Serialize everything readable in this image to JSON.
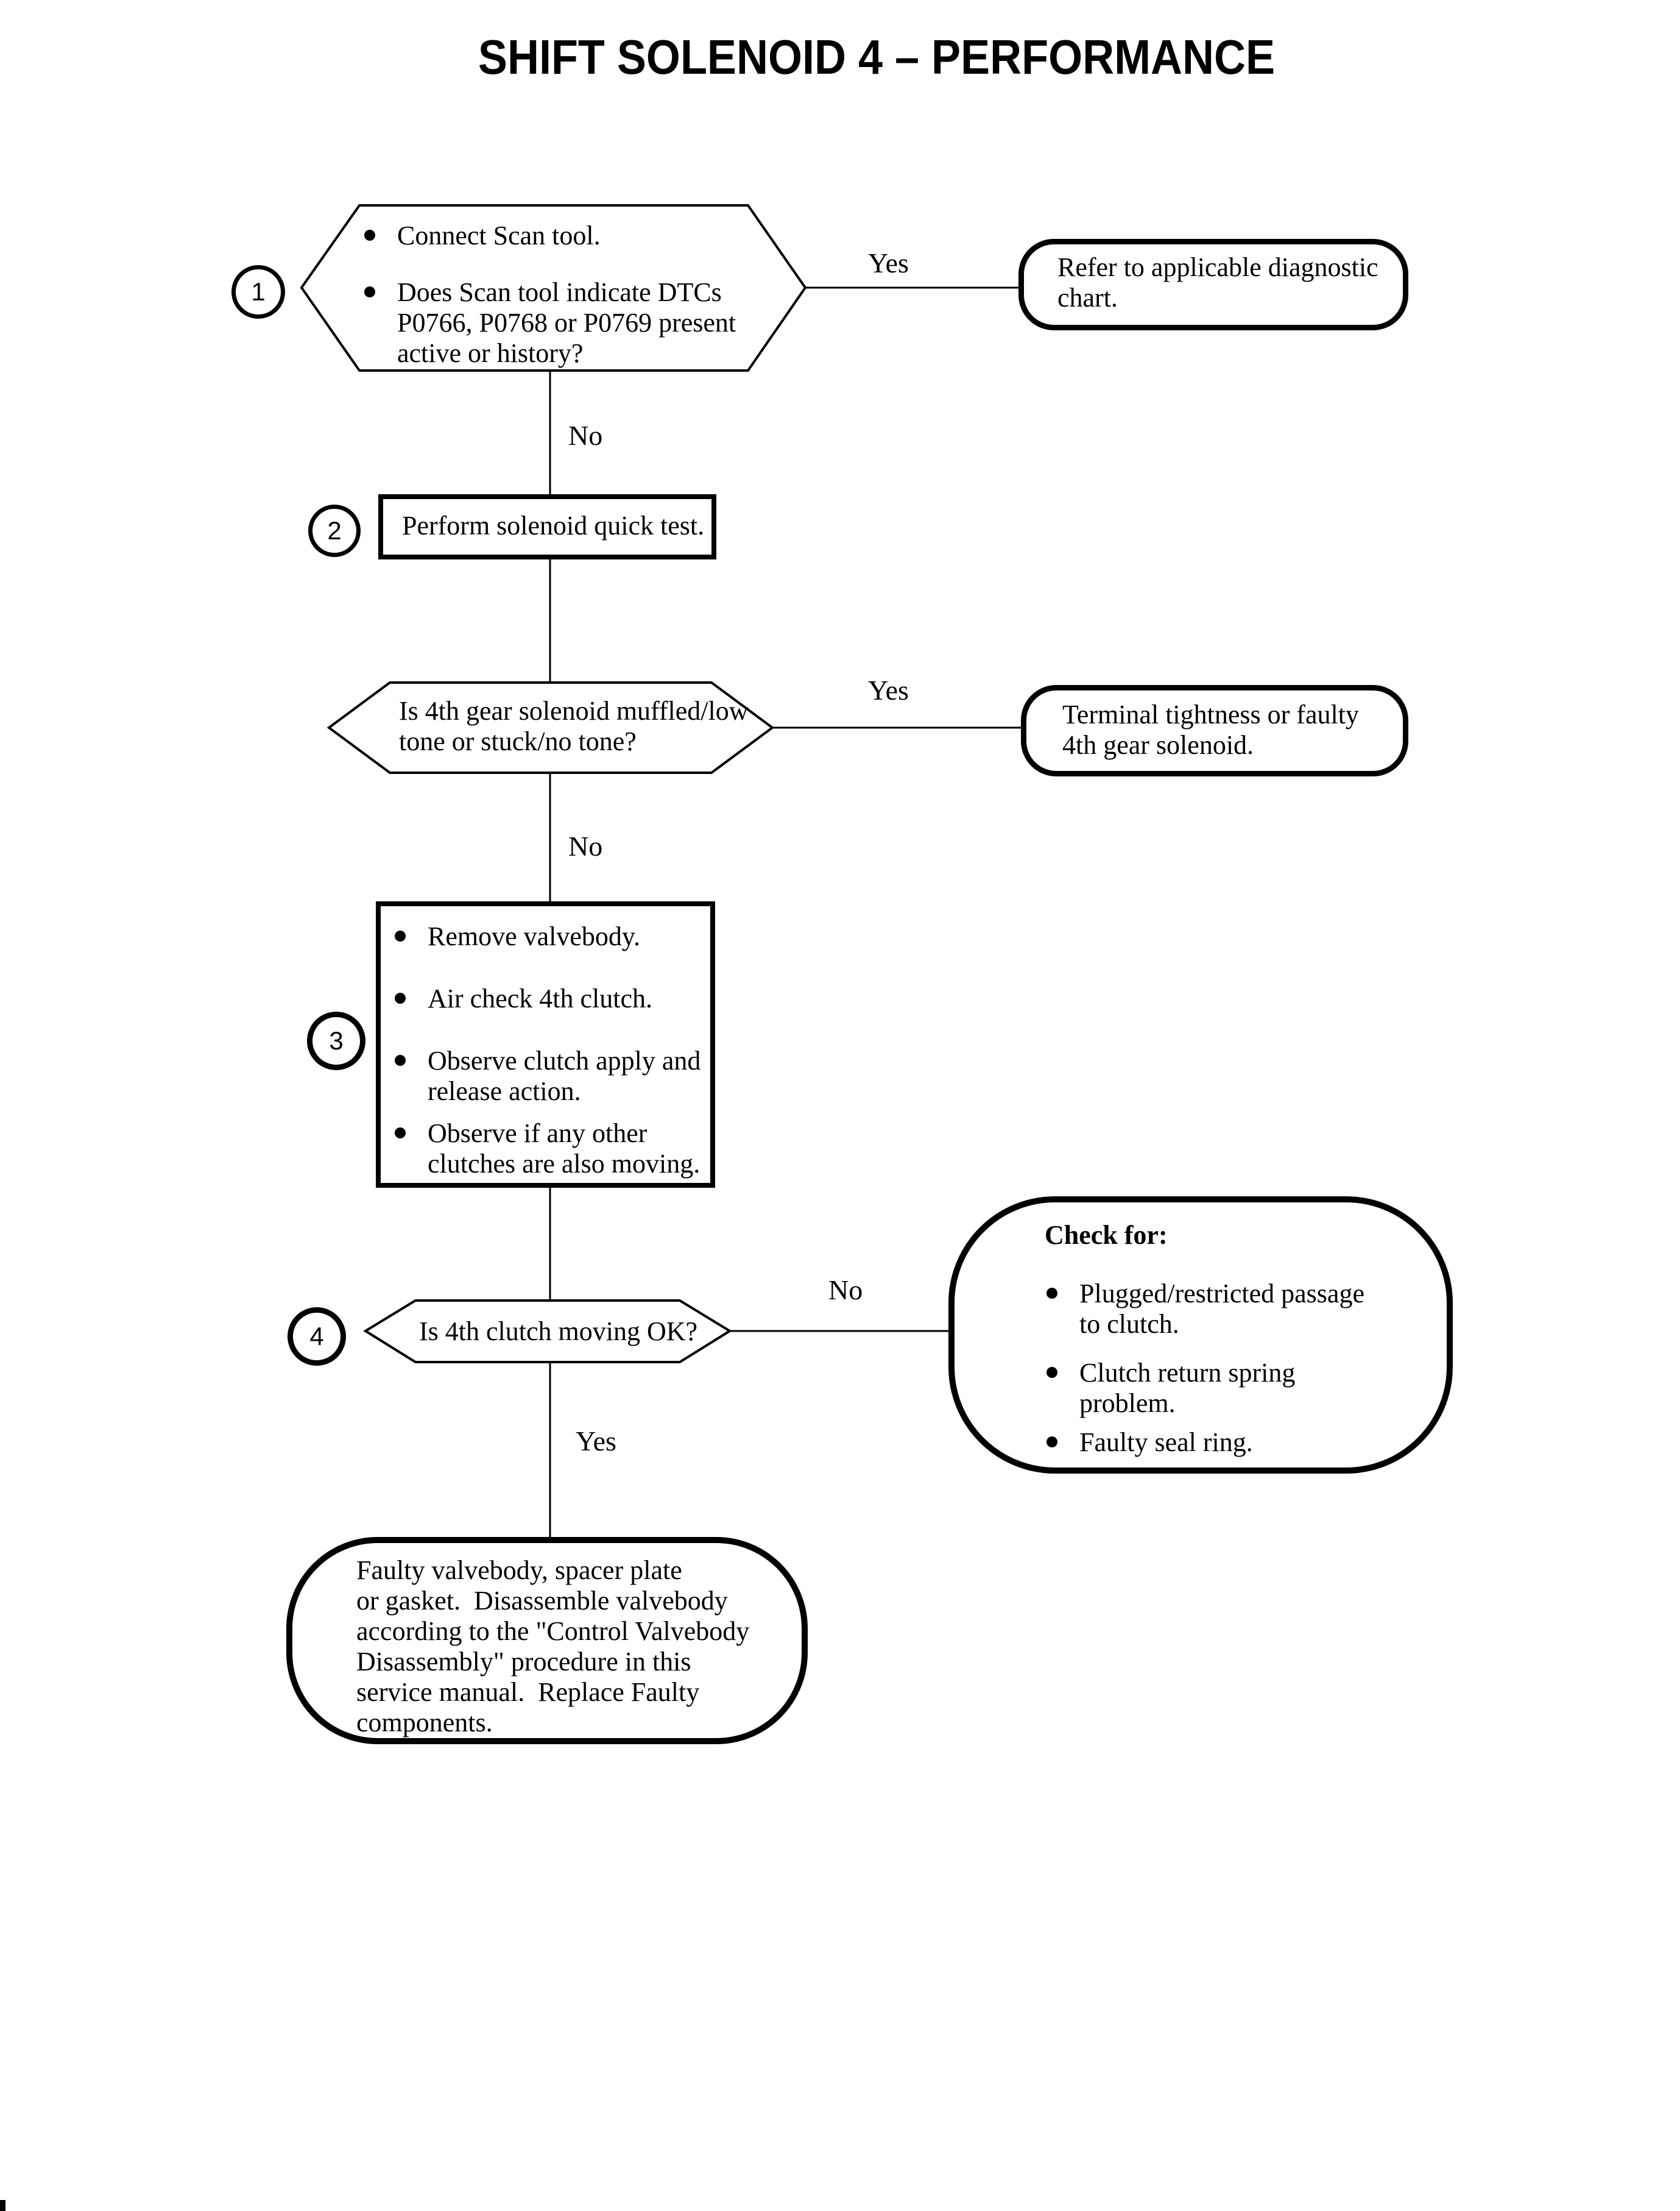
{
  "page": {
    "title": "SHIFT SOLENOID 4 – PERFORMANCE"
  },
  "labels": {
    "yes": "Yes",
    "no": "No"
  },
  "step1": {
    "number": "1",
    "bullet1": "Connect Scan tool.",
    "bullet2_line1": "Does Scan tool indicate DTCs",
    "bullet2_line2": "P0766, P0768 or P0769 present",
    "bullet2_line3": "active or history?"
  },
  "outcome1": {
    "line1": "Refer to applicable diagnostic",
    "line2": "chart."
  },
  "step2": {
    "number": "2",
    "text": "Perform solenoid quick test."
  },
  "decision2": {
    "line1": "Is 4th gear solenoid muffled/low",
    "line2": "tone or stuck/no tone?"
  },
  "outcome2": {
    "line1": "Terminal tightness or faulty",
    "line2": "4th gear solenoid."
  },
  "step3": {
    "number": "3",
    "bullet1": "Remove valvebody.",
    "bullet2": "Air check 4th clutch.",
    "bullet3_line1": "Observe clutch apply and",
    "bullet3_line2": "release action.",
    "bullet4_line1": "Observe if any other",
    "bullet4_line2": "clutches are also moving."
  },
  "step4": {
    "number": "4",
    "question": "Is 4th clutch moving OK?"
  },
  "outcome4": {
    "heading": "Check for:",
    "bullet1_line1": "Plugged/restricted passage",
    "bullet1_line2": "to clutch.",
    "bullet2_line1": "Clutch return spring",
    "bullet2_line2": "problem.",
    "bullet3": "Faulty seal ring."
  },
  "outcome_final": {
    "line1": "Faulty valvebody, spacer plate",
    "line2": "or gasket.  Disassemble valvebody",
    "line3": "according to the \"Control Valvebody",
    "line4": "Disassembly\" procedure in this",
    "line5": "service manual.  Replace Faulty",
    "line6": "components."
  }
}
